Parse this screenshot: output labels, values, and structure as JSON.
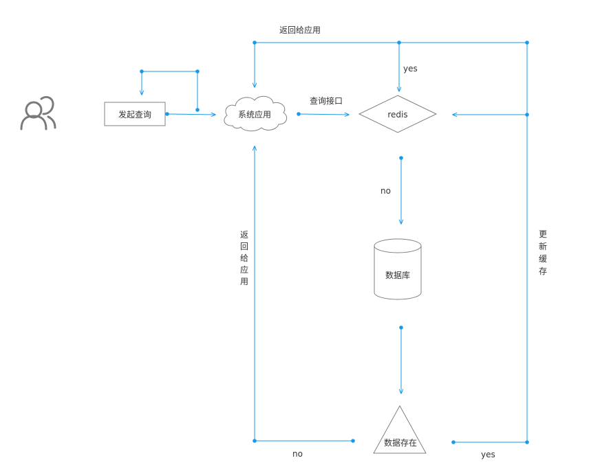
{
  "diagram": {
    "colors": {
      "connector": "#1a9ae6",
      "shape_stroke": "#808080",
      "text": "#333333",
      "icon": "#7a7a7a"
    },
    "nodes": {
      "user_icon": "user-group-icon",
      "query": "发起查询",
      "system_app": "系统应用",
      "redis": "redis",
      "database": "数据库",
      "data_exists": "数据存在"
    },
    "labels": {
      "return_to_app_top": "返回给应用",
      "query_interface": "查询接口",
      "yes_redis": "yes",
      "no_redis": "no",
      "return_to_app_left": [
        "返",
        "回",
        "给",
        "应",
        "用"
      ],
      "update_cache": [
        "更",
        "新",
        "缓",
        "存"
      ],
      "no_exists": "no",
      "yes_exists": "yes"
    }
  }
}
